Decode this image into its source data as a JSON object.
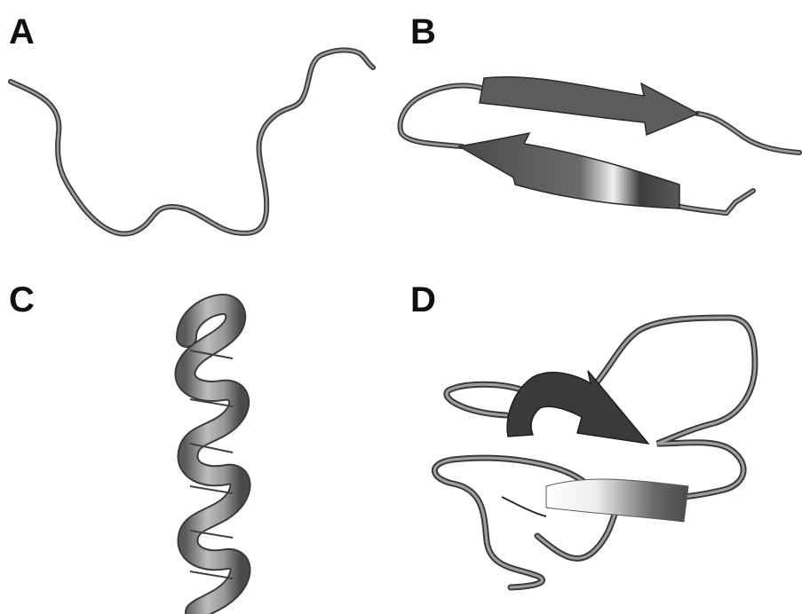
{
  "figure": {
    "panels": [
      {
        "label": "A",
        "structure": "random-coil"
      },
      {
        "label": "B",
        "structure": "beta-hairpin"
      },
      {
        "label": "C",
        "structure": "alpha-helix"
      },
      {
        "label": "D",
        "structure": "mixed-fold"
      }
    ],
    "colors": {
      "tube": "#8a8a8a",
      "tube_dark": "#3a3a3a",
      "sheet": "#5a5a5a",
      "sheet_highlight": "#f0f0f0",
      "helix": "#a0a0a0"
    }
  }
}
